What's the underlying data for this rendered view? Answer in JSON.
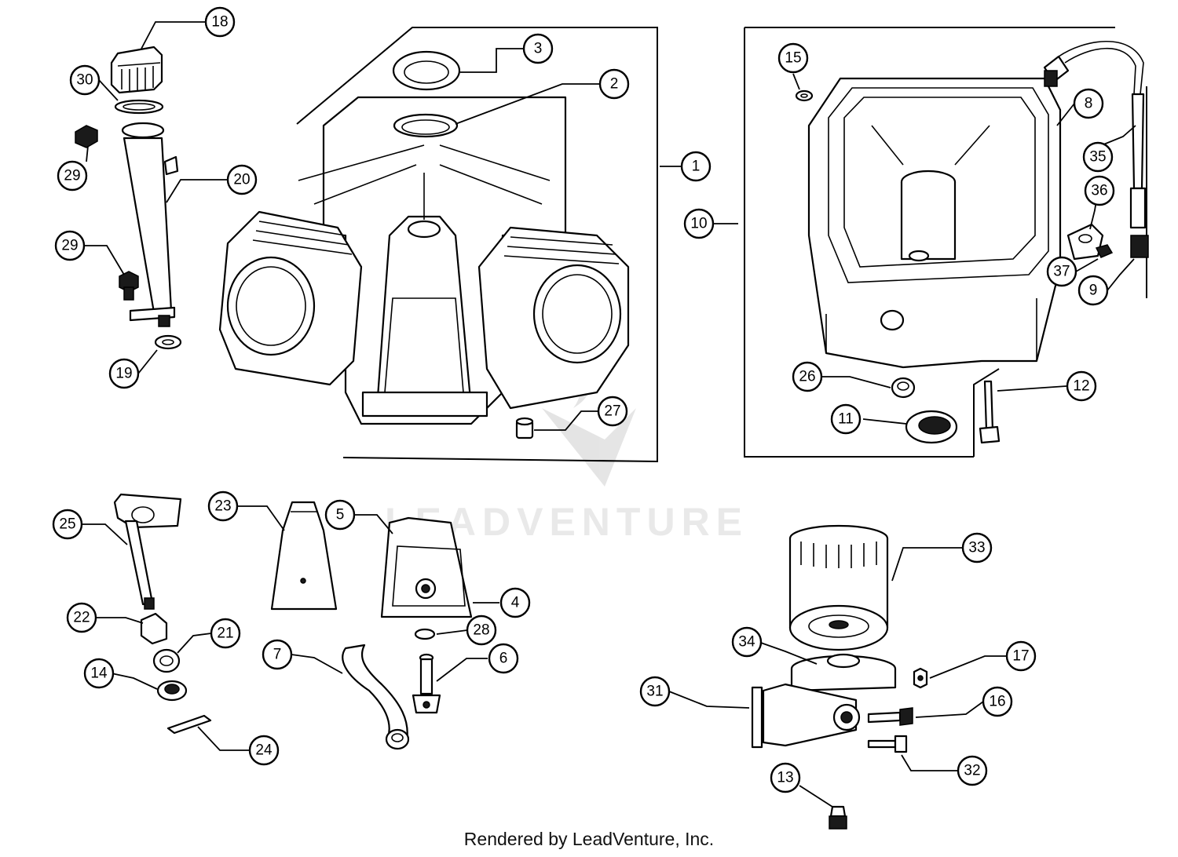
{
  "callouts": {
    "c1": "1",
    "c2": "2",
    "c3": "3",
    "c4": "4",
    "c5": "5",
    "c6": "6",
    "c7": "7",
    "c8": "8",
    "c9": "9",
    "c10": "10",
    "c11": "11",
    "c12": "12",
    "c13": "13",
    "c14": "14",
    "c15": "15",
    "c16": "16",
    "c17": "17",
    "c18": "18",
    "c19": "19",
    "c20": "20",
    "c21": "21",
    "c22": "22",
    "c23": "23",
    "c24": "24",
    "c25": "25",
    "c26": "26",
    "c27": "27",
    "c28": "28",
    "c29a": "29",
    "c29b": "29",
    "c30": "30",
    "c31": "31",
    "c32": "32",
    "c33": "33",
    "c34": "34",
    "c35": "35",
    "c36": "36",
    "c37": "37"
  },
  "watermark": "LEADVENTURE",
  "credit": "Rendered by LeadVenture, Inc."
}
